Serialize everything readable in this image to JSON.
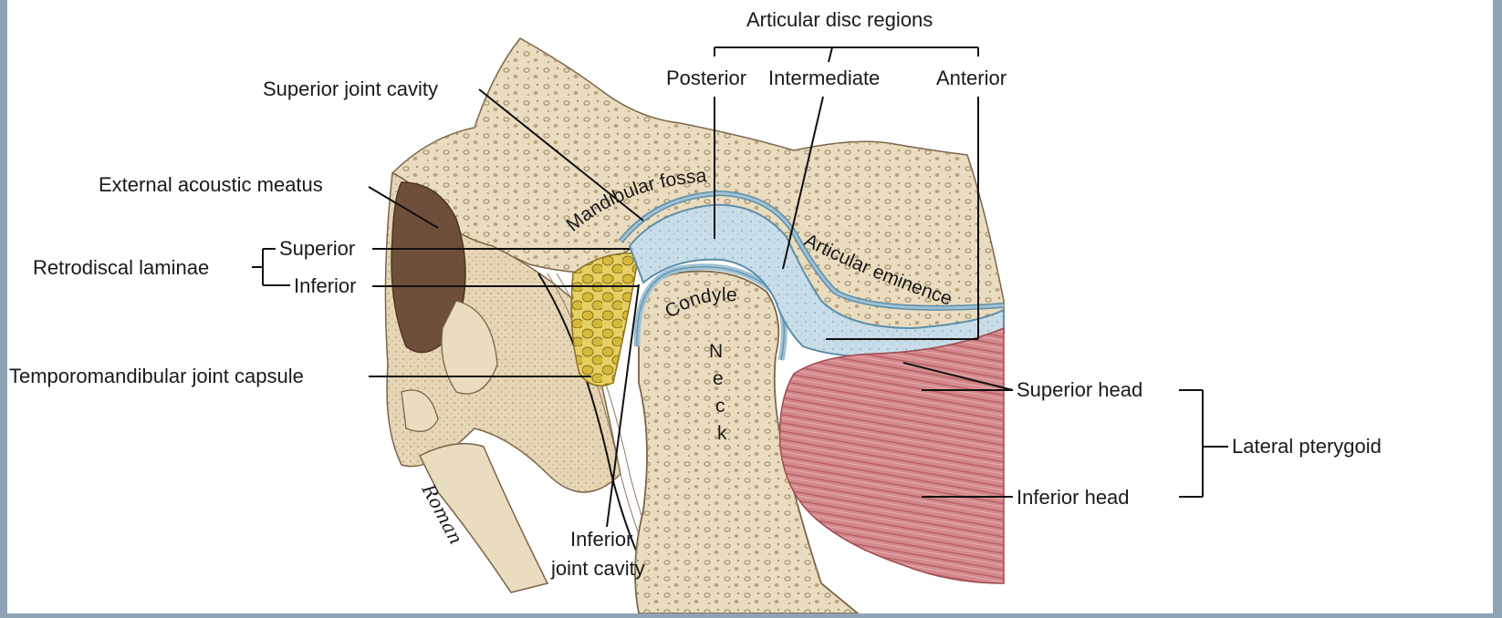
{
  "colors": {
    "bone": "#e9dcbf",
    "bone_pore": "#b49f7d",
    "bone_outline": "#7a6448",
    "disc": "#c9dde8",
    "disc_outline": "#5d8fa8",
    "cartilage": "#9fc1d4",
    "fat": "#d7b93a",
    "fat_outline": "#8a7420",
    "muscle": "#d48a8d",
    "muscle_stripe": "#b85f64",
    "meatus": "#6e4f3a",
    "page": "#ffffff",
    "frame": "#8fa3b7"
  },
  "labels": {
    "articular_disc_regions": "Articular disc regions",
    "posterior": "Posterior",
    "intermediate": "Intermediate",
    "anterior": "Anterior",
    "superior_joint_cavity": "Superior joint cavity",
    "external_acoustic_meatus": "External acoustic meatus",
    "retrodiscal_laminae": "Retrodiscal laminae",
    "superior": "Superior",
    "inferior": "Inferior",
    "tmj_capsule": "Temporomandibular joint capsule",
    "mandibular_fossa": "Mandibular fossa",
    "articular_eminence": "Articular eminence",
    "condyle": "Condyle",
    "neck": [
      "N",
      "e",
      "c",
      "k"
    ],
    "superior_head": "Superior head",
    "inferior_head": "Inferior head",
    "lateral_pterygoid": "Lateral pterygoid",
    "inferior_joint_cavity_1": "Inferior",
    "inferior_joint_cavity_2": "joint cavity",
    "signature": "Roman"
  }
}
